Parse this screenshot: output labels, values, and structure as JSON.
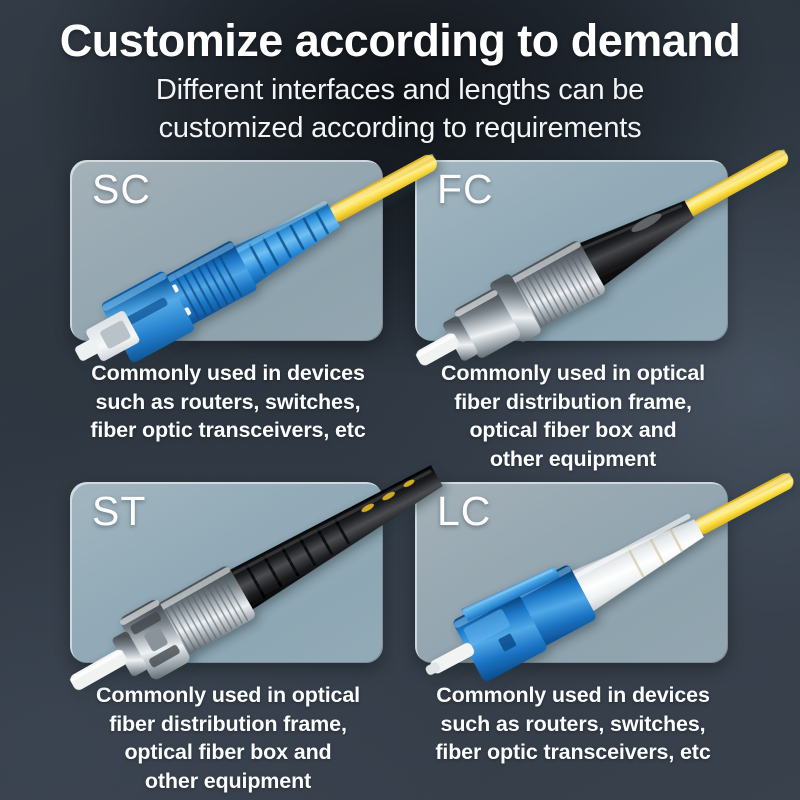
{
  "header": {
    "title": "Customize according to demand",
    "subtitle_lines": [
      "Different interfaces and lengths can be",
      "customized according to requirements"
    ]
  },
  "theme": {
    "background_dark": "#2e3640",
    "background_light": "#3a424e",
    "card_panel": "#9aa8b0",
    "card_panel_blue": "#93acb8",
    "text_primary": "#ffffff",
    "connector_blue": "#1f7fd4",
    "connector_chrome": "#c9cdd1",
    "connector_black": "#141414",
    "connector_white": "#f2f2f0",
    "fiber_yellow": "#f5d020"
  },
  "cards": [
    {
      "label": "SC",
      "connector_type": "sc-connector",
      "panel_tint": "grey",
      "caption_lines": [
        "Commonly used in devices",
        "such as routers, switches,",
        "fiber optic transceivers, etc"
      ]
    },
    {
      "label": "FC",
      "connector_type": "fc-connector",
      "panel_tint": "blue",
      "caption_lines": [
        "Commonly used in optical",
        "fiber distribution frame,",
        "optical fiber box and",
        "other equipment"
      ]
    },
    {
      "label": "ST",
      "connector_type": "st-connector",
      "panel_tint": "blue",
      "caption_lines": [
        "Commonly used in optical",
        "fiber distribution frame,",
        "optical fiber box and",
        "other equipment"
      ]
    },
    {
      "label": "LC",
      "connector_type": "lc-connector",
      "panel_tint": "grey",
      "caption_lines": [
        "Commonly used in devices",
        "such as routers, switches,",
        "fiber optic transceivers, etc"
      ]
    }
  ]
}
